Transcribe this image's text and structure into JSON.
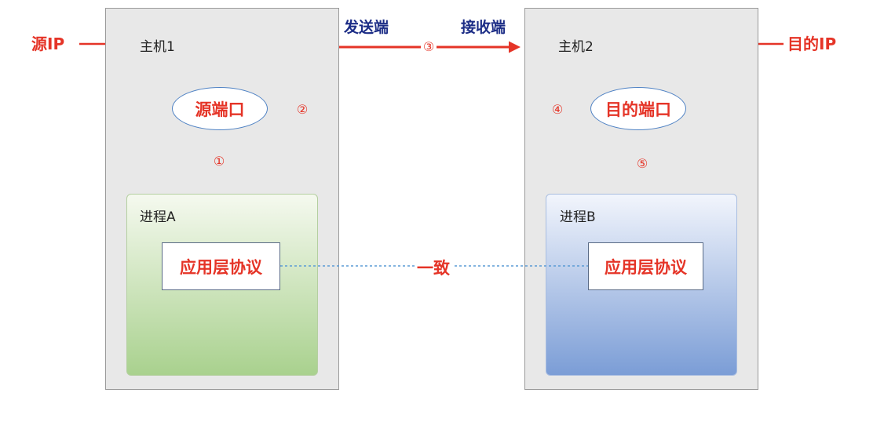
{
  "source_ip": "源IP",
  "dest_ip": "目的IP",
  "sender": "发送端",
  "receiver": "接收端",
  "host1": {
    "label": "主机1",
    "port": "源端口",
    "process": "进程A",
    "protocol": "应用层协议"
  },
  "host2": {
    "label": "主机2",
    "port": "目的端口",
    "process": "进程B",
    "protocol": "应用层协议"
  },
  "steps": [
    "①",
    "②",
    "③",
    "④",
    "⑤"
  ],
  "consistent": "一致",
  "colors": {
    "red": "#e53427",
    "navy": "#1c2d86",
    "host_bg": "#e8e8e8",
    "green": "#a9d18e",
    "blue": "#7b9dd6"
  }
}
